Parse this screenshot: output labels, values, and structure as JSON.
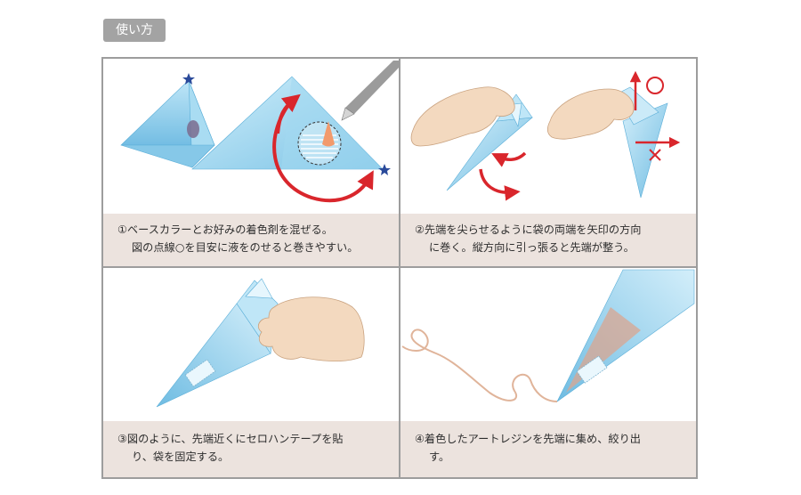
{
  "header": {
    "badge": "使い方"
  },
  "steps": [
    {
      "line1": "①ベースカラーとお好みの着色剤を混ぜる。",
      "line2": "図の点線○を目安に液をのせると巻きやすい。"
    },
    {
      "line1": "②先端を尖らせるように袋の両端を矢印の方向",
      "line2": "に巻く。縦方向に引っ張ると先端が整う。"
    },
    {
      "line1": "③図のように、先端近くにセロハンテープを貼",
      "line2": "り、袋を固定する。"
    },
    {
      "line1": "④着色したアートレジンを先端に集め、絞り出",
      "line2": "す。"
    }
  ],
  "colors": {
    "border": "#9d9d9d",
    "caption_bg": "#ece3de",
    "badge_bg": "#a3a3a3",
    "bag_blue": "#8fd0ec",
    "arrow_red": "#d9262c",
    "star_blue": "#2a4a9a",
    "skin": "#f3d9bf"
  },
  "icons": [
    "star-icon",
    "circle-ok-icon",
    "cross-ng-icon",
    "curved-arrow-icon",
    "straight-arrow-icon"
  ]
}
